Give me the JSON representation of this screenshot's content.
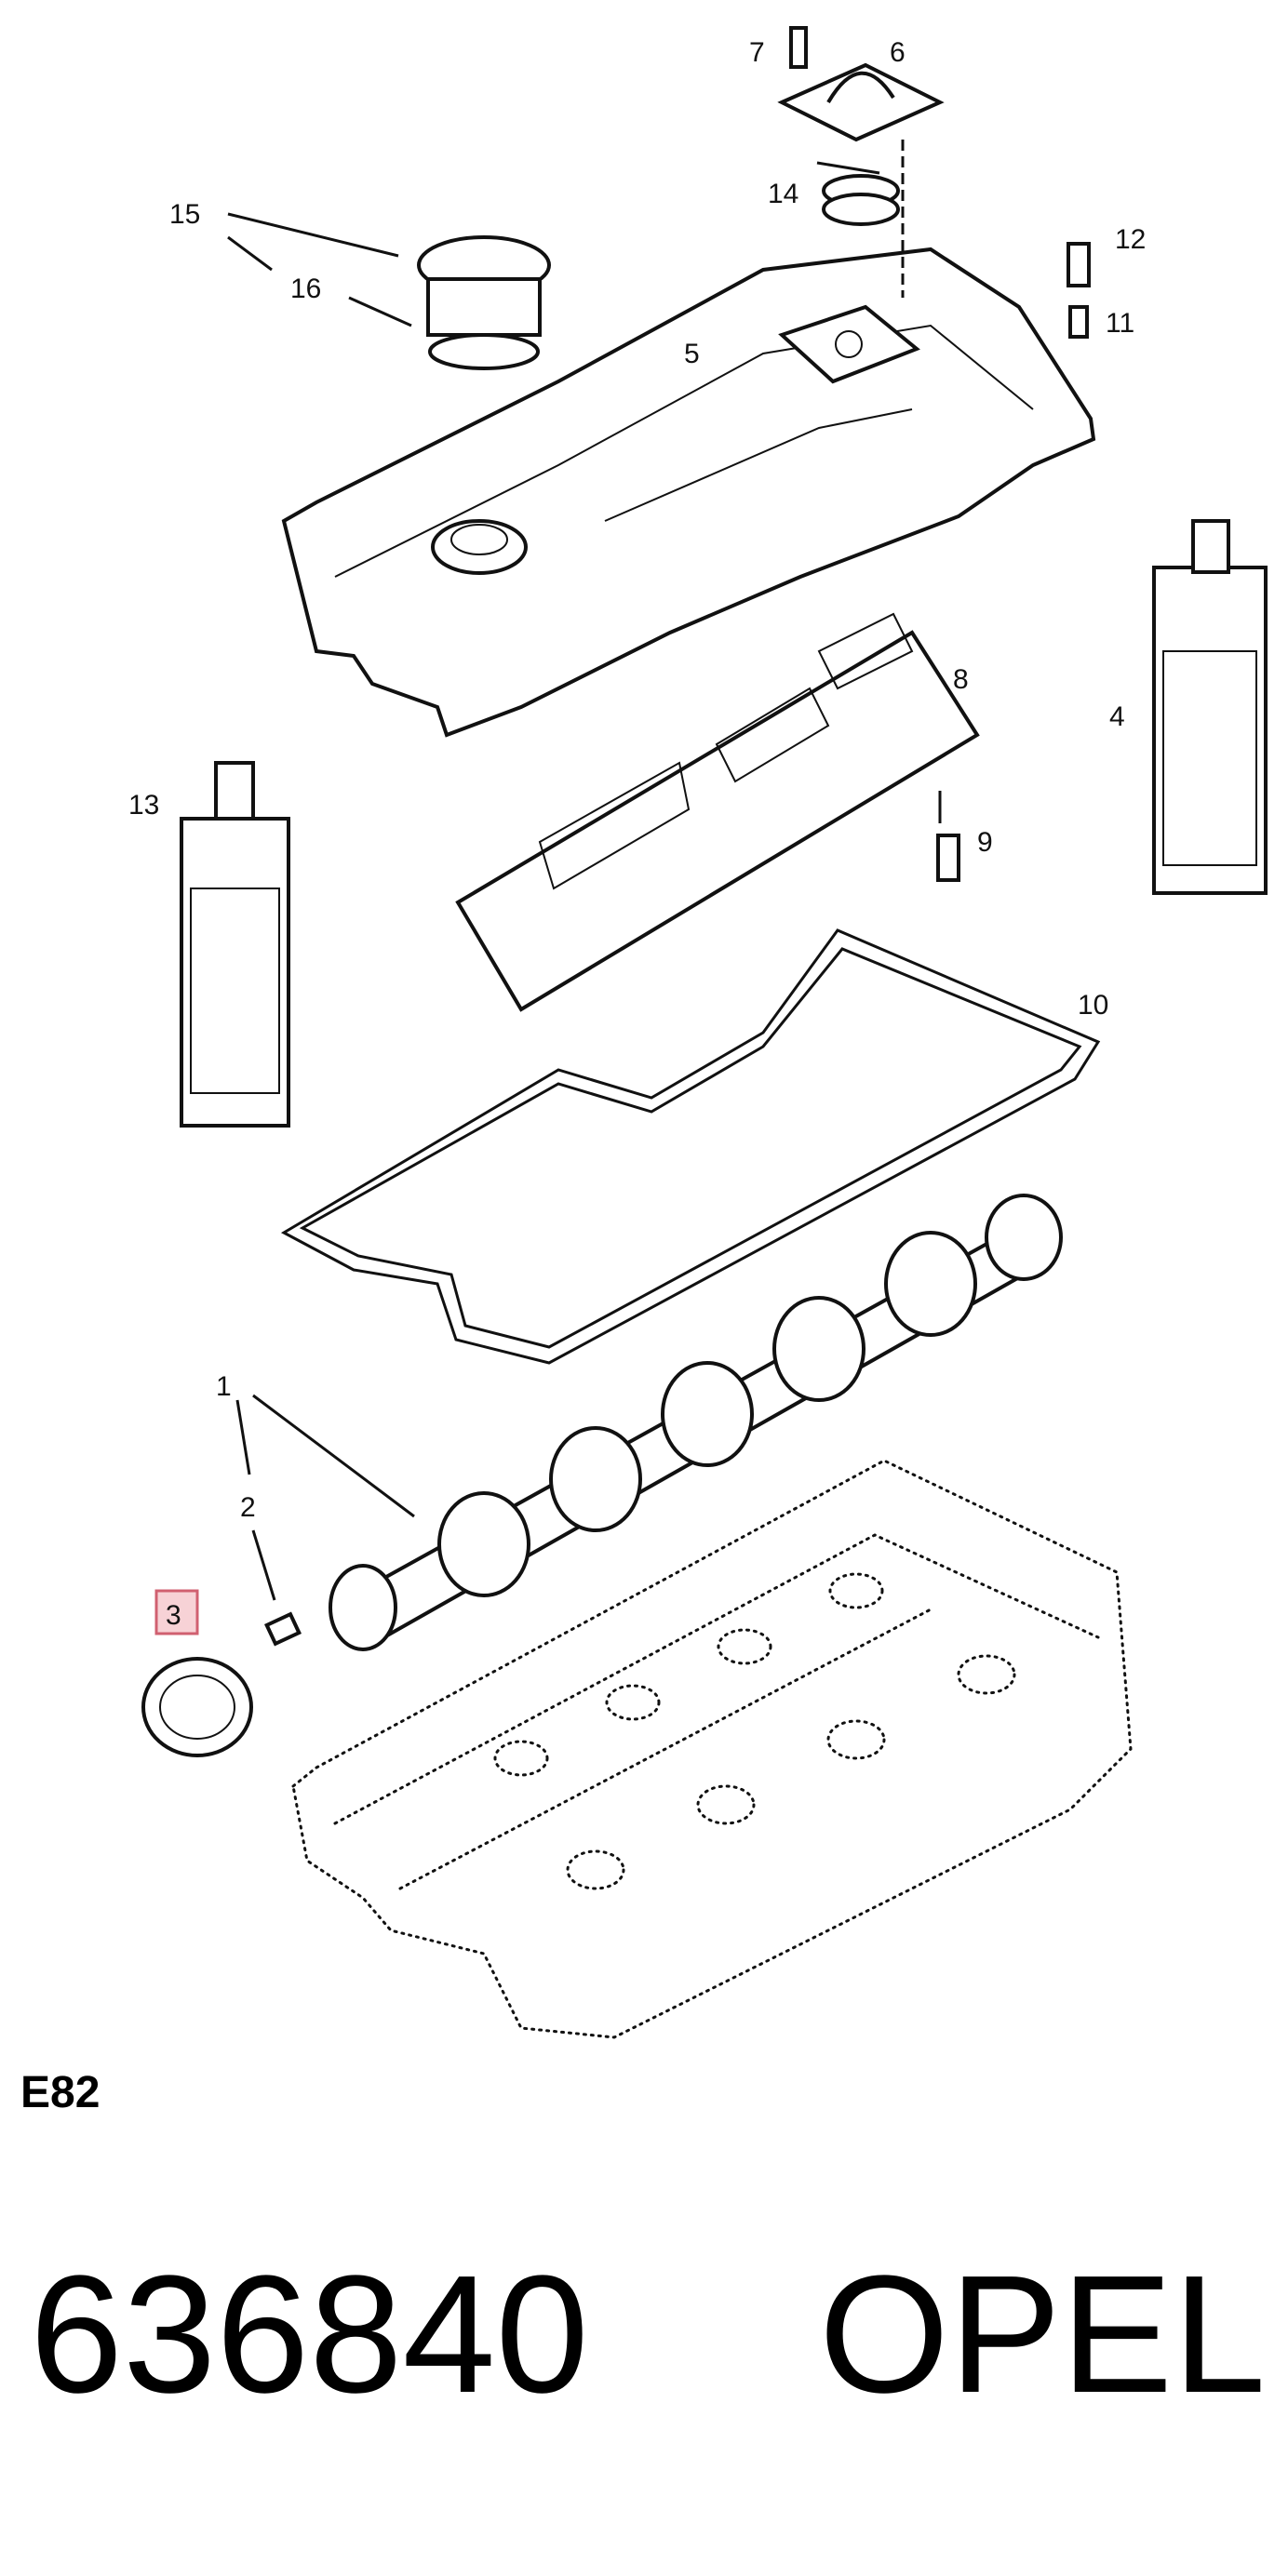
{
  "diagram": {
    "section_code": "E82",
    "callouts": [
      "1",
      "2",
      "3",
      "4",
      "5",
      "6",
      "7",
      "8",
      "9",
      "10",
      "11",
      "12",
      "13",
      "14",
      "15",
      "16"
    ],
    "highlighted_callout": "3"
  },
  "footer": {
    "part_number": "636840",
    "brand": "OPEL"
  }
}
